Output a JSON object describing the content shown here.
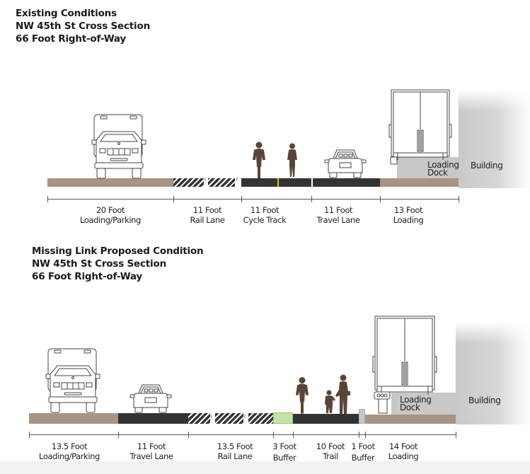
{
  "existing": {
    "title_lines": [
      "Existing Conditions",
      "NW 45th St Cross Section",
      "66 Foot Right-of-Way"
    ],
    "segments": [
      {
        "width": "20 Foot",
        "label": "Loading/Parking",
        "surface": "brown"
      },
      {
        "width": "11 Foot",
        "label": "Rail Lane",
        "surface": "rail"
      },
      {
        "width": "11 Foot",
        "label": "Cycle Track",
        "surface": "dark"
      },
      {
        "width": "11 Foot",
        "label": "Travel Lane",
        "surface": "dark"
      },
      {
        "width": "13 Foot",
        "label": "Loading",
        "surface": "brown"
      }
    ],
    "dock_label_lines": [
      "Loading",
      "Dock"
    ],
    "building_label": "Building"
  },
  "proposed": {
    "title_lines": [
      "Missing Link Proposed Condition",
      "NW 45th St Cross Section",
      "66 Foot Right-of-Way"
    ],
    "segments": [
      {
        "width": "13.5 Foot",
        "label": "Loading/Parking",
        "surface": "brown"
      },
      {
        "width": "11 Foot",
        "label": "Travel Lane",
        "surface": "dark"
      },
      {
        "width": "13.5 Foot",
        "label": "Rail Lane",
        "surface": "rail"
      },
      {
        "width": "3 Foot",
        "label": "Buffer",
        "surface": "green"
      },
      {
        "width": "10 Foot",
        "label": "Trail",
        "surface": "dark"
      },
      {
        "width": "1 Foot",
        "label": "Buffer",
        "surface": "grey"
      },
      {
        "width": "14 Foot",
        "label": "Loading",
        "surface": "brown"
      }
    ],
    "dock_label_lines": [
      "Loading",
      "Dock"
    ],
    "building_label": "Building"
  },
  "colors": {
    "loading_brown": "#a89484",
    "lane_dark": "#333333",
    "buffer_green": "#c4e3a0",
    "buffer_grey": "#c7c7c7",
    "cycle_centerline": "#e0c020",
    "figure_brown": "#5a4438"
  },
  "icons": [
    "box-truck-front-icon",
    "car-rear-icon",
    "box-truck-rear-icon",
    "cyclist-icon",
    "pedestrian-icon",
    "child-pedestrian-icon"
  ]
}
